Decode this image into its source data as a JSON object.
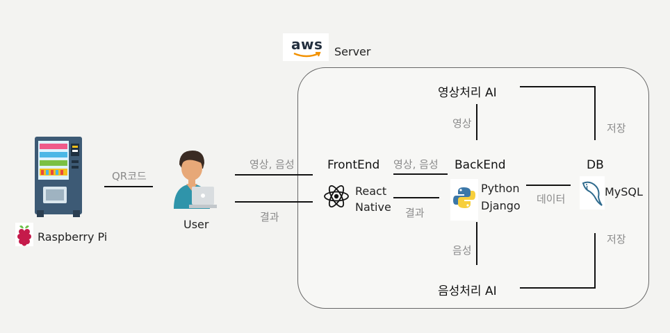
{
  "server": {
    "logo_text": "aws",
    "label": "Server"
  },
  "nodes": {
    "raspberry": {
      "label": "Raspberry Pi"
    },
    "user": {
      "label": "User"
    },
    "frontend": {
      "title": "FrontEnd",
      "tech_line1": "React",
      "tech_line2": "Native"
    },
    "backend": {
      "title": "BackEnd",
      "tech_line1": "Python",
      "tech_line2": "Django"
    },
    "db": {
      "title": "DB",
      "tech": "MySQL"
    },
    "video_ai": {
      "title": "영상처리 AI"
    },
    "audio_ai": {
      "title": "음성처리 AI"
    }
  },
  "edges": {
    "qr": "QR코드",
    "user_to_front": "영상, 음성",
    "front_to_user": "결과",
    "front_to_back": "영상, 음성",
    "back_to_front": "결과",
    "back_to_video": "영상",
    "back_to_audio": "음성",
    "back_to_db": "데이터",
    "video_to_db": "저장",
    "audio_to_db": "저장"
  }
}
